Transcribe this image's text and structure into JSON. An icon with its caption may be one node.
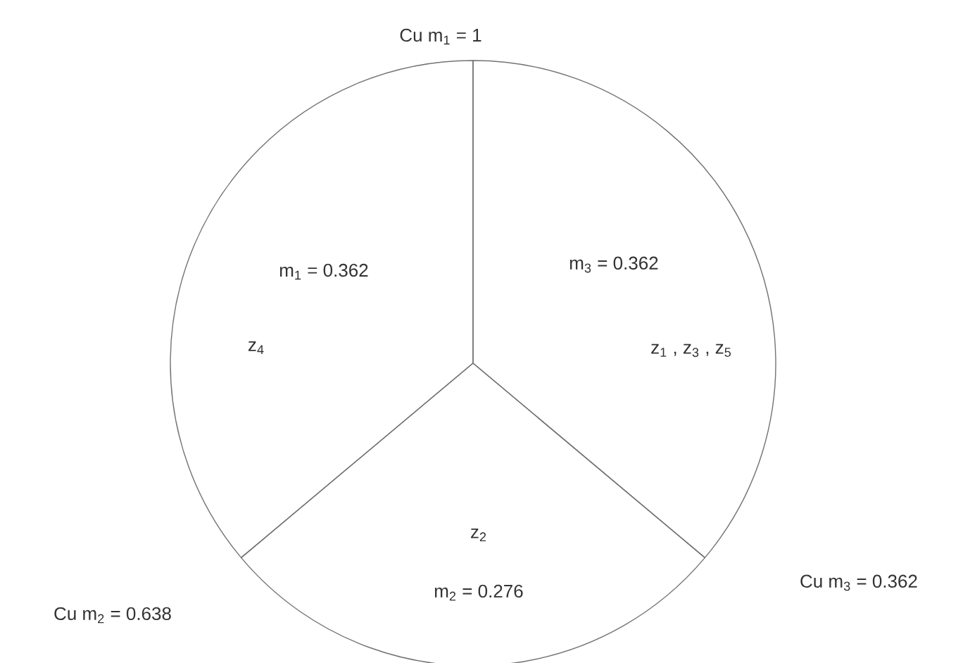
{
  "diagram": {
    "nodes": [
      {
        "text": [
          "m$_{1}$ = 0.362",
          "z$_{4}$"
        ]
      },
      {
        "text": [
          "m$_{3}$ = 0.362",
          "z$_{1}$ , z$_{3}$ , z$_{5}$"
        ]
      },
      {
        "text": [
          "z$_{2}$",
          "m$_{2}$ = 0.276"
        ]
      }
    ],
    "labels": [
      "Cu m$_{1}$ = 1",
      "Cu m$_{3}$ = 0.362",
      "Cu m$_{2}$ = 0.638"
    ]
  }
}
